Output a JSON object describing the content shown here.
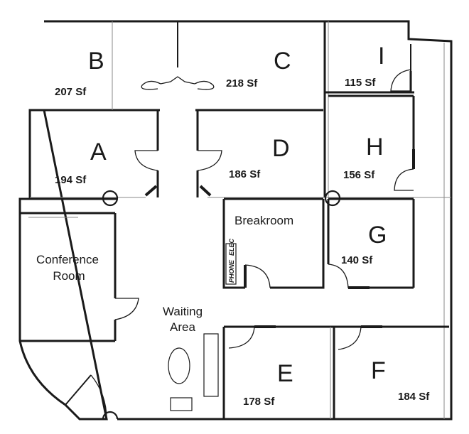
{
  "rooms": {
    "b": {
      "letter": "B",
      "area": "207 Sf"
    },
    "c": {
      "letter": "C",
      "area": "218 Sf"
    },
    "i": {
      "letter": "I",
      "area": "115 Sf"
    },
    "a": {
      "letter": "A",
      "area": "194 Sf"
    },
    "d": {
      "letter": "D",
      "area": "186 Sf"
    },
    "h": {
      "letter": "H",
      "area": "156 Sf"
    },
    "g": {
      "letter": "G",
      "area": "140 Sf"
    },
    "e": {
      "letter": "E",
      "area": "178 Sf"
    },
    "f": {
      "letter": "F",
      "area": "184 Sf"
    }
  },
  "labels": {
    "breakroom": "Breakroom",
    "conference_line1": "Conference",
    "conference_line2": "Room",
    "waiting_line1": "Waiting",
    "waiting_line2": "Area",
    "phone": "PHONE",
    "elec": "ELEC"
  }
}
